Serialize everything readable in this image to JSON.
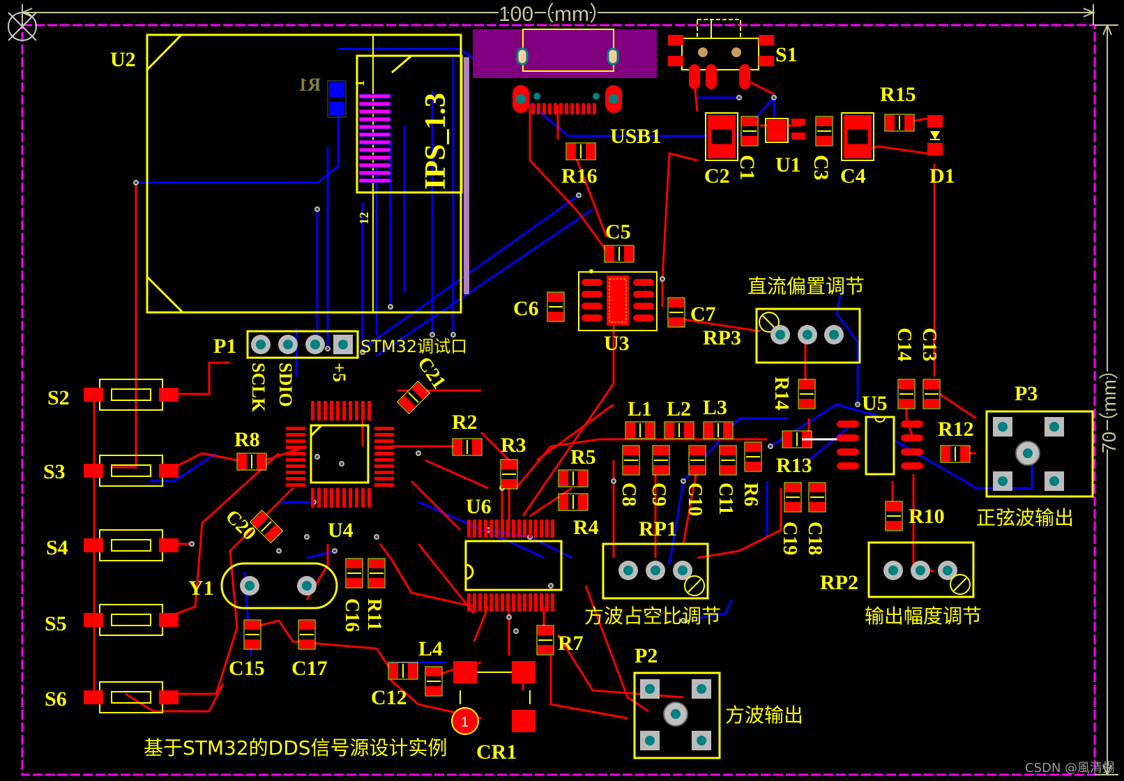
{
  "board": {
    "width_dim": "100（mm）",
    "height_dim": "70（mm）",
    "title": "基于STM32的DDS信号源设计实例"
  },
  "watermark": "CSDN @風清揚",
  "colors": {
    "background": "#000000",
    "silkscreen": "#ffff00",
    "top_copper": "#ff0000",
    "bottom_copper": "#0000ff",
    "outline": "#ff00ff",
    "usb_body": "#800080",
    "dimension": "#c8c896",
    "pad_hole": "#008080"
  },
  "labels": {
    "U2": "U2",
    "R1": "R1",
    "lcd": "IPS_1.3",
    "pin1": "1",
    "pin12": "12",
    "USB1": "USB1",
    "S1": "S1",
    "R15": "R15",
    "D1": "D1",
    "C1": "C1",
    "C2": "C2",
    "C3": "C3",
    "C4": "C4",
    "U1": "U1",
    "R16": "R16",
    "C5": "C5",
    "C6": "C6",
    "C7": "C7",
    "U3": "U3",
    "P1": "P1",
    "debug": "STM32调试口",
    "SCLK": "SCLK",
    "SDIO": "SDIO",
    "plus5": "+5",
    "C21": "C21",
    "S2": "S2",
    "S3": "S3",
    "S4": "S4",
    "S5": "S5",
    "S6": "S6",
    "R8": "R8",
    "R2": "R2",
    "R3": "R3",
    "R4": "R4",
    "R5": "R5",
    "C20": "C20",
    "U4": "U4",
    "Y1": "Y1",
    "C15": "C15",
    "C16": "C16",
    "C17": "C17",
    "R11": "R11",
    "U6": "U6",
    "L1": "L1",
    "L2": "L2",
    "L3": "L3",
    "L4": "L4",
    "C8": "C8",
    "C9": "C9",
    "C10": "C10",
    "C11": "C11",
    "R6": "R6",
    "RP1": "RP1",
    "RP2": "RP2",
    "RP3": "RP3",
    "dc_bias": "直流偏置调节",
    "duty": "方波占空比调节",
    "amp": "输出幅度调节",
    "R14": "R14",
    "R13": "R13",
    "R12": "R12",
    "R10": "R10",
    "R7": "R7",
    "U5": "U5",
    "C13": "C13",
    "C14": "C14",
    "C18": "C18",
    "C19": "C19",
    "P3": "P3",
    "sine_out": "正弦波输出",
    "P2": "P2",
    "square_out": "方波输出",
    "C12": "C12",
    "CR1": "CR1",
    "cr1_pin": "1"
  }
}
